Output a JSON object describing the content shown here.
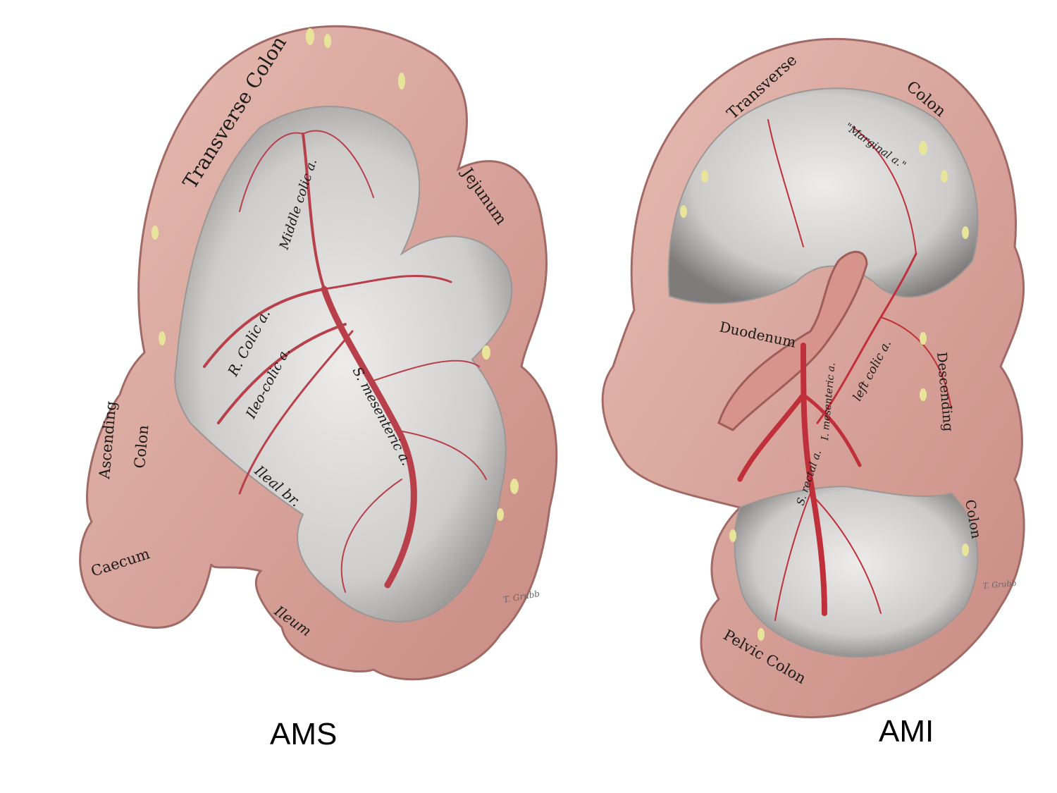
{
  "captions": {
    "left": "AMS",
    "right": "AMI"
  },
  "left_labels": {
    "transverse_colon": "Transverse Colon",
    "middle_colic": "Middle colic a.",
    "jejunum": "Jejunum",
    "r_colic": "R. Colic a.",
    "ileo_colic": "Ileo-colic a.",
    "s_mesenteric": "S. mesenteric a.",
    "ascending": "Ascending",
    "colon": "Colon",
    "ileal_br": "Ileal br.",
    "caecum": "Caecum",
    "ileum": "Ileum",
    "signature": "T. Grubb"
  },
  "right_labels": {
    "transverse": "Transverse",
    "colon_top": "Colon",
    "marginal": "\"Marginal a.\"",
    "duodenum": "Duodenum",
    "left_colic": "left colic a.",
    "i_mesenteric": "I. mesenteric a.",
    "descending": "Descending",
    "colon_side": "Colon",
    "s_rectal": "S. rectal a.",
    "pelvic_colon": "Pelvic Colon",
    "signature": "T. Grubb"
  },
  "colors": {
    "bowel": "#dcaaa0",
    "mesentery": "#d6d4d2",
    "artery": "#b8404a",
    "fat": "#e8e49a"
  }
}
